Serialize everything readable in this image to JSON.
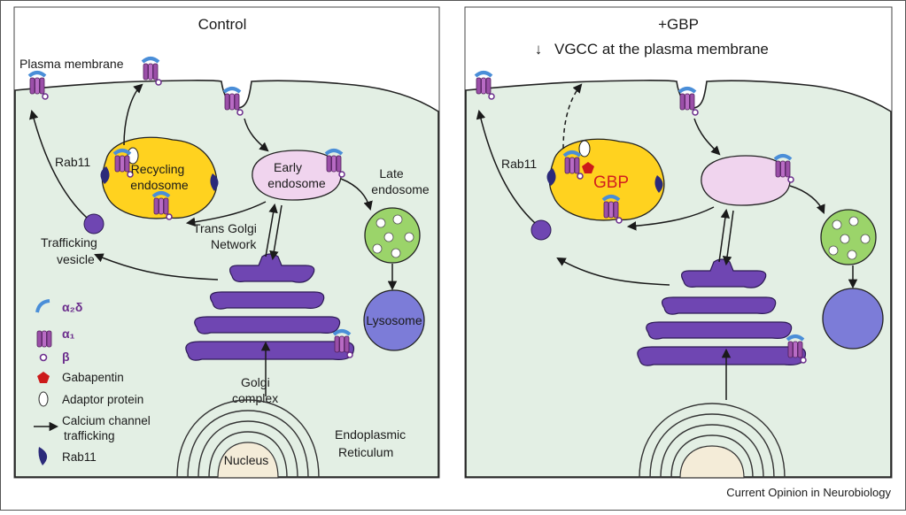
{
  "panels": {
    "control": {
      "title": "Control",
      "labels": {
        "plasma_membrane": "Plasma membrane",
        "rab11": "Rab11",
        "recycling_endosome_1": "Recycling",
        "recycling_endosome_2": "endosome",
        "early_endosome_1": "Early",
        "early_endosome_2": "endosome",
        "late_endosome_1": "Late",
        "late_endosome_2": "endosome",
        "trafficking_vesicle_1": "Trafficking",
        "trafficking_vesicle_2": "vesicle",
        "trans_golgi_1": "Trans Golgi",
        "trans_golgi_2": "Network",
        "lysosome": "Lysosome",
        "golgi_complex_1": "Golgi",
        "golgi_complex_2": "complex",
        "nucleus": "Nucleus",
        "er_1": "Endoplasmic",
        "er_2": "Reticulum"
      }
    },
    "gbp": {
      "title": "+GBP",
      "subtitle": "VGCC at the plasma membrane",
      "subtitle_arrow": "↓",
      "labels": {
        "rab11": "Rab11",
        "gbp": "GBP"
      }
    }
  },
  "legend": {
    "items": [
      {
        "symbol": "α₂δ",
        "icon": "alpha2delta-subunit-icon"
      },
      {
        "symbol": "α₁",
        "icon": "alpha1-subunit-icon"
      },
      {
        "symbol": "β",
        "icon": "beta-subunit-icon"
      },
      {
        "label": "Gabapentin",
        "icon": "gabapentin-pentagon-icon"
      },
      {
        "label": "Adaptor protein",
        "icon": "adaptor-protein-icon"
      },
      {
        "label_1": "Calcium channel",
        "label_2": "trafficking",
        "icon": "arrow-icon"
      },
      {
        "label": "Rab11",
        "icon": "rab11-icon"
      }
    ]
  },
  "source": "Current Opinion in Neurobiology",
  "colors": {
    "cytoplasm": "#e3efe4",
    "recycling_endosome": "#ffd21f",
    "early_endosome": "#f0d4ee",
    "late_endosome": "#9bd46a",
    "lysosome": "#7c7cd8",
    "golgi": "#6f46b2",
    "rab11": "#2b2a7a",
    "alpha1": "#9b4fa8",
    "alpha2delta": "#4a8ed8",
    "gabapentin": "#cc1a1a",
    "gbp_text": "#d21f1f"
  }
}
